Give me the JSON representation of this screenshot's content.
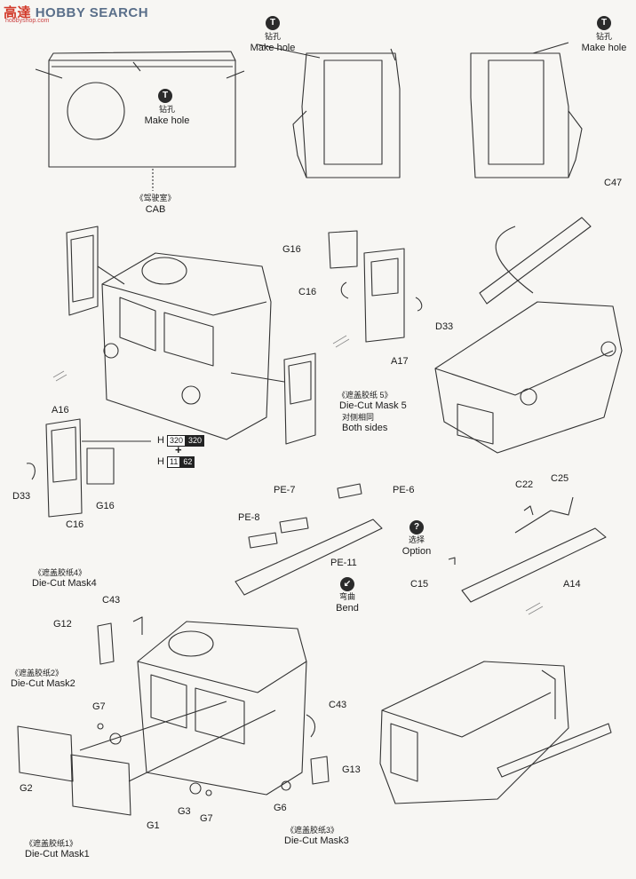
{
  "watermark": {
    "brand_a": "高達",
    "brand_b": "HOBBY SEARCH",
    "site": "hobbyshop.com"
  },
  "step_top": {
    "make_hole_cn": "钻孔",
    "make_hole_en": "Make hole",
    "cab_cn": "《驾驶室》",
    "cab_en": "CAB",
    "hole_symbol": "T"
  },
  "parts": {
    "c47": "C47",
    "g16_a": "G16",
    "c16_a": "C16",
    "d33_a": "D33",
    "a17": "A17",
    "a16": "A16",
    "d33_b": "D33",
    "g16_b": "G16",
    "c16_b": "C16",
    "pe7": "PE-7",
    "pe6": "PE-6",
    "pe8": "PE-8",
    "pe11": "PE-11",
    "c22": "C22",
    "c25": "C25",
    "c15": "C15",
    "a14": "A14",
    "c43_a": "C43",
    "g12": "G12",
    "g7_a": "G7",
    "g2": "G2",
    "g1": "G1",
    "g3": "G3",
    "g7_b": "G7",
    "g6": "G6",
    "c43_b": "C43",
    "g13": "G13"
  },
  "masks": {
    "mask5_cn": "《遮盖胶纸 5》",
    "mask5_en": "Die-Cut Mask 5",
    "both_cn": "对侧相同",
    "both_en": "Both sides",
    "mask4_cn": "《遮盖胶纸4》",
    "mask4_en": "Die-Cut Mask4",
    "mask2_cn": "《遮盖胶纸2》",
    "mask2_en": "Die-Cut Mask2",
    "mask1_cn": "《遮盖胶纸1》",
    "mask1_en": "Die-Cut Mask1",
    "mask3_cn": "《遮盖胶纸3》",
    "mask3_en": "Die-Cut Mask3"
  },
  "paint": {
    "h_label": "H",
    "h1_a": "320",
    "h1_b": "320",
    "plus": "+",
    "h2_a": "11",
    "h2_b": "62"
  },
  "options": {
    "option_symbol": "?",
    "option_cn": "选择",
    "option_en": "Option",
    "bend_symbol": "↙",
    "bend_cn": "弯曲",
    "bend_en": "Bend"
  }
}
